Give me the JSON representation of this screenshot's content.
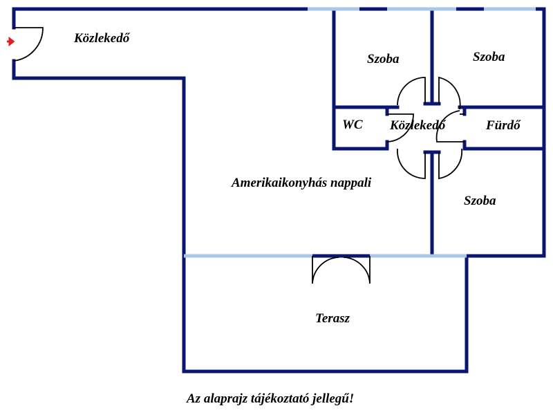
{
  "rooms": {
    "entry_corridor": "Közlekedő",
    "room_top_left": "Szoba",
    "room_top_right": "Szoba",
    "wc": "WC",
    "inner_corridor": "Közlekedő",
    "bathroom": "Fürdő",
    "living_kitchen": "Amerikaikonyhás nappali",
    "room_right": "Szoba",
    "terrace": "Terasz"
  },
  "note": "Az alaprajz tájékoztató jellegű!",
  "colors": {
    "wall": "#0b1670",
    "window": "#a9c8e8",
    "entry_arrow": "#e02020",
    "door": "#000000"
  },
  "icons": {
    "entry": "entry-arrow-icon"
  }
}
